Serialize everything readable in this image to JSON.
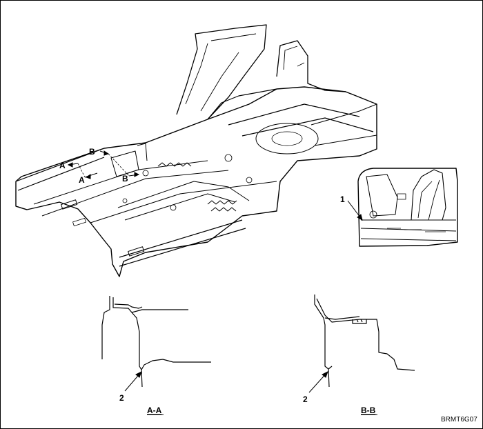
{
  "callouts": {
    "section_a_top": "A",
    "section_a_mid": "A",
    "section_b_top": "B",
    "section_b_mid": "B",
    "detail_one": "1",
    "section_aa_two": "2",
    "section_bb_two": "2"
  },
  "captions": {
    "section_aa": "A-A",
    "section_bb": "B-B"
  },
  "figure_code": "BRMT6G07",
  "colors": {
    "line": "#000000",
    "background": "#ffffff"
  }
}
